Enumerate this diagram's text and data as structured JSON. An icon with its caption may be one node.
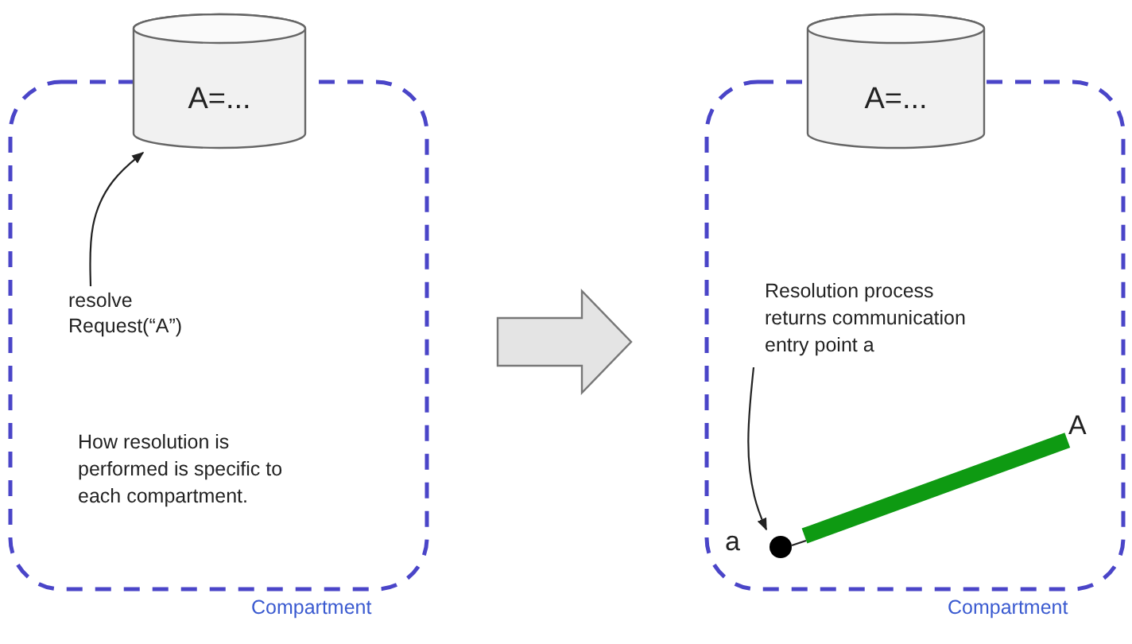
{
  "diagram": {
    "nodes": [
      {
        "text": [],
        "shape": "box",
        "beside": [
          "Compartment"
        ]
      },
      {
        "text": [
          "A=..."
        ]
      },
      {
        "text": [
          "resolve Request(“A”)"
        ],
        "in": 0
      },
      {
        "text": [
          "How resolution is performed is specific to each compartment."
        ],
        "in": 0
      },
      {
        "text": [],
        "shape": "box",
        "beside": [
          "Compartment"
        ]
      },
      {
        "text": [
          "A=..."
        ]
      },
      {
        "text": [
          "Resolution process returns communication entry point a"
        ],
        "in": 4
      },
      {
        "text": [],
        "shape": "circle",
        "in": 4,
        "beside": [
          "a"
        ]
      },
      {
        "text": [],
        "shape": "bar",
        "in": 4,
        "beside": [
          "A"
        ]
      }
    ],
    "edges": [
      {
        "from": 2,
        "to": 1,
        "arrow": "to"
      },
      {
        "from": 0,
        "to": 4,
        "arrow": "to",
        "style": "thick"
      },
      {
        "from": 6,
        "to": 7,
        "arrow": "to"
      },
      {
        "from": 7,
        "to": 8,
        "arrow": "none"
      }
    ]
  }
}
